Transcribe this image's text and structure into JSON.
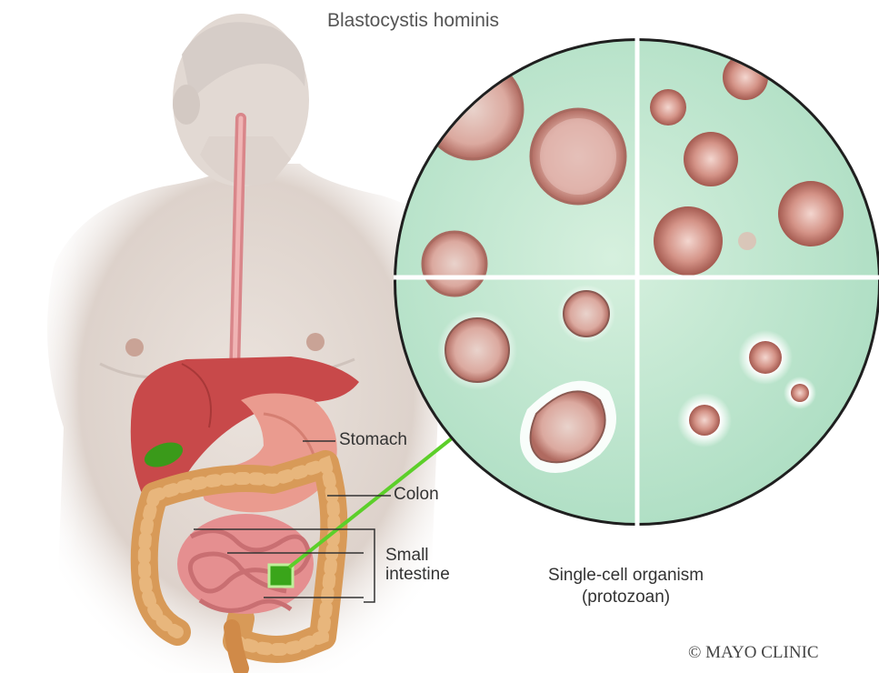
{
  "title": "Blastocystis hominis",
  "labels": {
    "stomach": "Stomach",
    "colon": "Colon",
    "small_intestine_line1": "Small",
    "small_intestine_line2": "intestine",
    "organism_line1": "Single-cell organism",
    "organism_line2": "(protozoan)"
  },
  "copyright": "© MAYO CLINIC",
  "colors": {
    "skin": "#e8e0da",
    "liver": "#c84a4a",
    "stomach": "#e99a8e",
    "colon": "#d89a58",
    "gallbladder": "#3a9a1a",
    "pointer": "#5ccf2a",
    "micro_bg": "#bfe8cf",
    "cell_rim": "#c87a70"
  }
}
